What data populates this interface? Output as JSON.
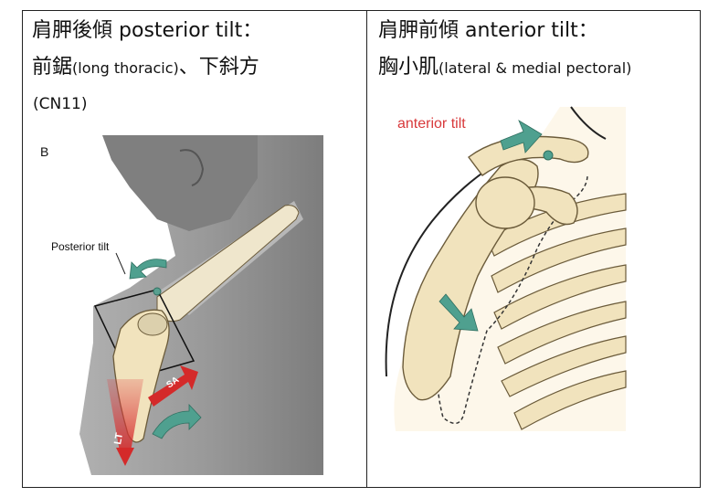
{
  "left_cell": {
    "title_cjk": "肩胛後傾",
    "title_en": "posterior tilt：",
    "muscles_cjk_1": "前鋸",
    "muscles_en_1": "(long thoracic)",
    "muscles_sep": "、",
    "muscles_cjk_2": "下斜方",
    "nerve": "(CN11)",
    "figure": {
      "panel_letter": "B",
      "tilt_label": "Posterior tilt",
      "arrow_sa": "SA",
      "arrow_lt": "LT"
    }
  },
  "right_cell": {
    "title_cjk": "肩胛前傾",
    "title_en": "anterior tilt：",
    "muscles_cjk": "胸小肌",
    "muscles_en": "(lateral & medial pectoral)",
    "figure": {
      "tilt_label": "anterior tilt"
    }
  },
  "colors": {
    "red_label": "#d8393b",
    "teal_arrow": "#4fa08f",
    "bone": "#f1e3bd",
    "bone_outline": "#6b5b3a",
    "skin_dark": "#8c8c8c"
  }
}
